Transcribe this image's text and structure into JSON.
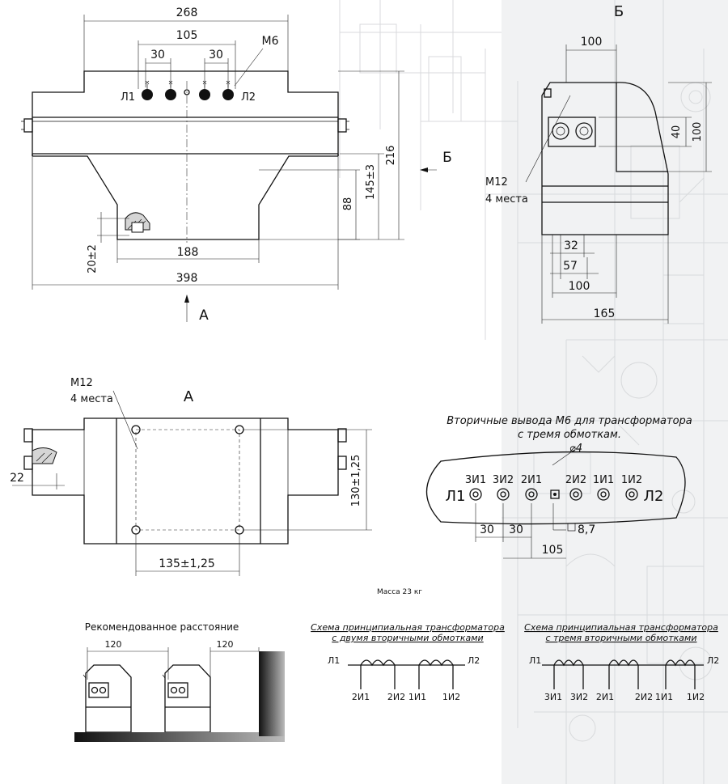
{
  "view_labels": {
    "b": "Б",
    "a": "А"
  },
  "front_view": {
    "dims": {
      "overall_top": "268",
      "inner": "105",
      "pitch_left": "30",
      "pitch_right": "30",
      "thread": "М6",
      "height": "216",
      "height_mid": "145±3",
      "height_low": "88",
      "bottom_width": "188",
      "overall_width": "398",
      "base_offset": "20±2"
    },
    "terminals": {
      "l1": "Л1",
      "l2": "Л2"
    }
  },
  "side_view": {
    "dims": {
      "top_width": "100",
      "h40": "40",
      "h100": "100",
      "w32": "32",
      "w57": "57",
      "w100": "100",
      "w165": "165"
    },
    "note_line1": "М12",
    "note_line2": "4 места"
  },
  "bottom_view": {
    "note_line1": "М12",
    "note_line2": "4 места",
    "dims": {
      "offset": "22",
      "hole_height": "130±1,25",
      "hole_width": "135±1,25"
    }
  },
  "terminal_board": {
    "title_line1": "Вторичные выводa М6 для трансформатора",
    "title_line2": "с тремя обмоткам.",
    "diameter": "⌀4",
    "labels": [
      "3И1",
      "3И2",
      "2И1",
      "2И2",
      "1И1",
      "1И2"
    ],
    "l1": "Л1",
    "l2": "Л2",
    "dims": {
      "p1": "30",
      "p2": "30",
      "square": "8,7",
      "total": "105"
    }
  },
  "mass": "Масса 23 кг",
  "recommended": {
    "title": "Рекомендованное расстояние",
    "gap1": "120",
    "gap2": "120"
  },
  "schema_two": {
    "title_line1": "Схема принципиальная трансформатора",
    "title_line2": "с двумя вторичными обмотками",
    "l1": "Л1",
    "l2": "Л2",
    "labels": [
      "2И1",
      "2И2",
      "1И1",
      "1И2"
    ]
  },
  "schema_three": {
    "title_line1": "Схема принципиальная трансформатора",
    "title_line2": "с тремя вторичными обмотками",
    "l1": "Л1",
    "l2": "Л2",
    "labels": [
      "3И1",
      "3И2",
      "2И1",
      "2И2",
      "1И1",
      "1И2"
    ]
  }
}
